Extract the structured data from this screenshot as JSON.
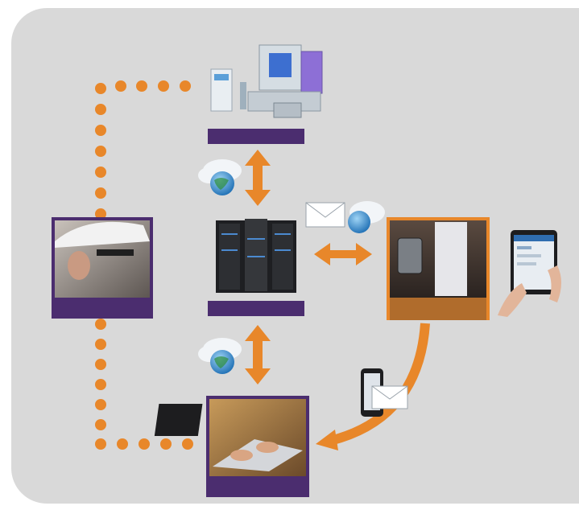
{
  "colors": {
    "background": "#d9d9d9",
    "accent_orange": "#e8872a",
    "accent_purple": "#4b2d6f",
    "envelope": "#ffffff"
  },
  "nodes": {
    "test_chamber": {
      "icon": "environmental-test-chamber-icon"
    },
    "server": {
      "icon": "server-rack-icon"
    },
    "engineer": {
      "icon": "engineer-with-smart-glasses-photo",
      "caption": ""
    },
    "phone_user": {
      "icon": "businessman-with-smartphone-photo",
      "caption": ""
    },
    "tablet": {
      "icon": "hand-holding-tablet-icon"
    },
    "laptop_user": {
      "icon": "hands-typing-on-laptop-photo",
      "caption": ""
    }
  },
  "connectors": [
    {
      "from": "test_chamber",
      "to": "server",
      "style": "double-arrow",
      "icon": "cloud-globe-icon"
    },
    {
      "from": "server",
      "to": "laptop_user",
      "style": "double-arrow",
      "icon": "cloud-globe-icon"
    },
    {
      "from": "server",
      "to": "phone_user",
      "style": "double-arrow",
      "icon": "envelope-cloud-icon"
    },
    {
      "from": "phone_user",
      "to": "laptop_user",
      "style": "curved-arrow",
      "icon": "phone-envelope-icon"
    },
    {
      "from": "engineer",
      "to": "test_chamber",
      "style": "dotted-line"
    },
    {
      "from": "engineer",
      "to": "laptop_user",
      "style": "dotted-line"
    }
  ]
}
